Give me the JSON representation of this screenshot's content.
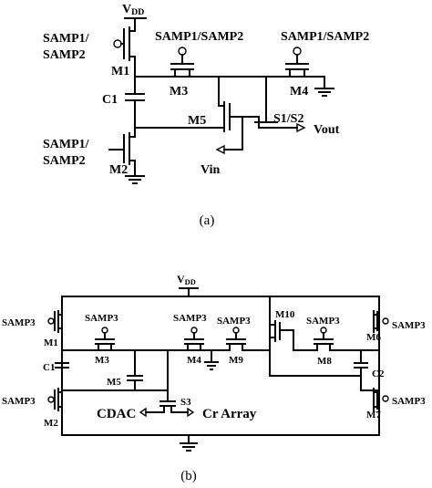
{
  "diagram_a": {
    "vdd": "VDD",
    "m1_gate": [
      "SAMP1/",
      "SAMP2"
    ],
    "m2_gate": [
      "SAMP1/",
      "SAMP2"
    ],
    "m3_gate": "SAMP1/SAMP2",
    "m4_gate": "SAMP1/SAMP2",
    "m1": "M1",
    "m2": "M2",
    "m3": "M3",
    "m4": "M4",
    "m5": "M5",
    "c1": "C1",
    "switch": "S1/S2",
    "vout": "Vout",
    "vin": "Vin",
    "caption": "(a)"
  },
  "diagram_b": {
    "vdd": "VDD",
    "samp3": "SAMP3",
    "m1": "M1",
    "m2": "M2",
    "m3": "M3",
    "m4": "M4",
    "m5": "M5",
    "m6": "M6",
    "m7": "M7",
    "m8": "M8",
    "m9": "M9",
    "m10": "M10",
    "c1": "C1",
    "c2": "C2",
    "s3": "S3",
    "cdac": "CDAC",
    "cr_array": "Cr Array",
    "caption": "(b)"
  }
}
